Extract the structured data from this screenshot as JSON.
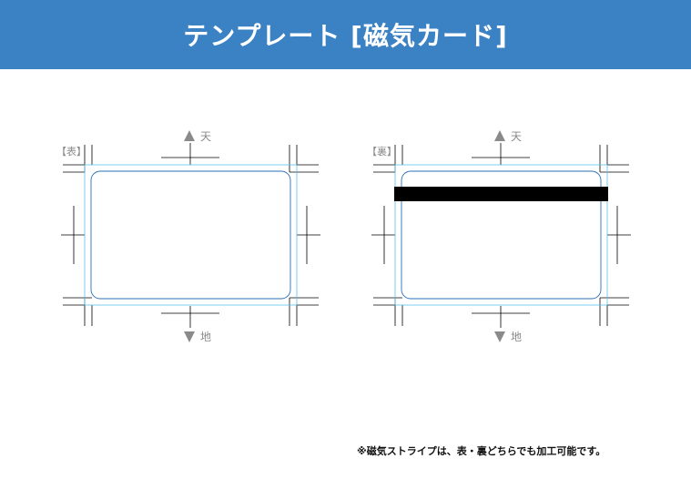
{
  "header": {
    "title": "テンプレート [磁気カード]",
    "color": "#3b82c4"
  },
  "front": {
    "side_label": "【表】",
    "top_label": "天",
    "bottom_label": "地"
  },
  "back": {
    "side_label": "【裏】",
    "top_label": "天",
    "bottom_label": "地",
    "stripe_color": "#000000"
  },
  "footnote": "※磁気ストライプは、表・裏どちらでも加工可能です。",
  "colors": {
    "trim_line": "#5bc0eb",
    "safe_line": "#2a6fb5",
    "crop_mark": "#000000",
    "arrow": "#8a8a8a"
  }
}
